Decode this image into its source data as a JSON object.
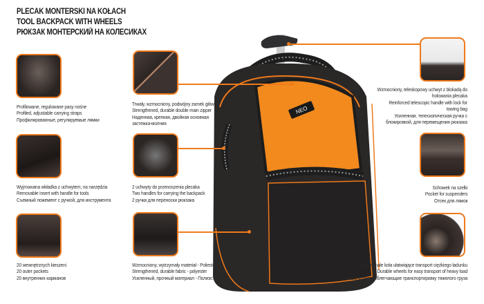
{
  "title": {
    "pl": "PLECAK MONTERSKI NA KOŁACH",
    "en": "TOOL BACKPACK WITH WHEELS",
    "ru": "РЮКЗАК МОНТЕРСКИЙ НА КОЛЕСИКАХ"
  },
  "brand_logo": "NEO",
  "colors": {
    "accent": "#f07a1a",
    "bag_body": "#2a2727",
    "bag_panel": "#f28a1e"
  },
  "features": {
    "straps": {
      "icon": "backpack-straps-photo",
      "pl": "Profilowane, regulowane pasy nośne",
      "en": "Profiled, adjustable carrying straps",
      "ru": "Профилированные, регулируемые лямки"
    },
    "insert": {
      "icon": "tool-insert-photo",
      "pl": "Wyjmowana wkładka z uchwytem, na narzędzia",
      "en": "Removable insert with handle for tools",
      "ru": "Съемный ложемент с ручкой, для инструмента"
    },
    "pockets": {
      "icon": "inner-pockets-photo",
      "pl": "20 wewnętrznych kieszeni",
      "en": "20 outer pockets",
      "ru": "20 внутренних карманов"
    },
    "zipper": {
      "icon": "zipper-photo",
      "pl": "Trwały, wzmocniony, podwójny zamek główny",
      "en": "Strengthened, durable double main zipper",
      "ru1": "Наденная, крепкая, двойная основная",
      "ru2": "застежка-молния"
    },
    "handles": {
      "icon": "handle-photo",
      "pl": "2 uchwyty do przenoszenia plecaka",
      "en": "Two handles for carrying the backpack",
      "ru": "2 ручки для переноски рюкзака"
    },
    "material": {
      "icon": "fabric-photo",
      "pl": "Wzmocniony, wytrzymały materiał - Poliester",
      "en": "Strengthened, durable fabric - polyester",
      "ru": "Усиленный, прочный материал - Полиэстер"
    },
    "telescopic": {
      "icon": "telescopic-handle-photo",
      "pl1": "Wzmocniony, teleskopowy uchwyt z blokadą do",
      "pl2": "holowania plecaka",
      "en1": "Reinforced telescopic handle with lock for",
      "en2": "towing bag",
      "ru1": "Усиленная, телескопическая ручка с",
      "ru2": "блокировкой, для перемещения рюкзака"
    },
    "suspenders": {
      "icon": "suspender-pocket-photo",
      "pl": "Schowek na szelki",
      "en": "Pocket for suspenders",
      "ru": "Отсек для лямок"
    },
    "wheels": {
      "icon": "wheels-photo",
      "pl": "Wytrzymałe koła ułatwiające transport ciężkiego ładunku",
      "en": "Durable wheels for easy transport of heavy load",
      "ru": "Прочные колеса, облегчающие транспортировку тяжелого груза"
    }
  }
}
